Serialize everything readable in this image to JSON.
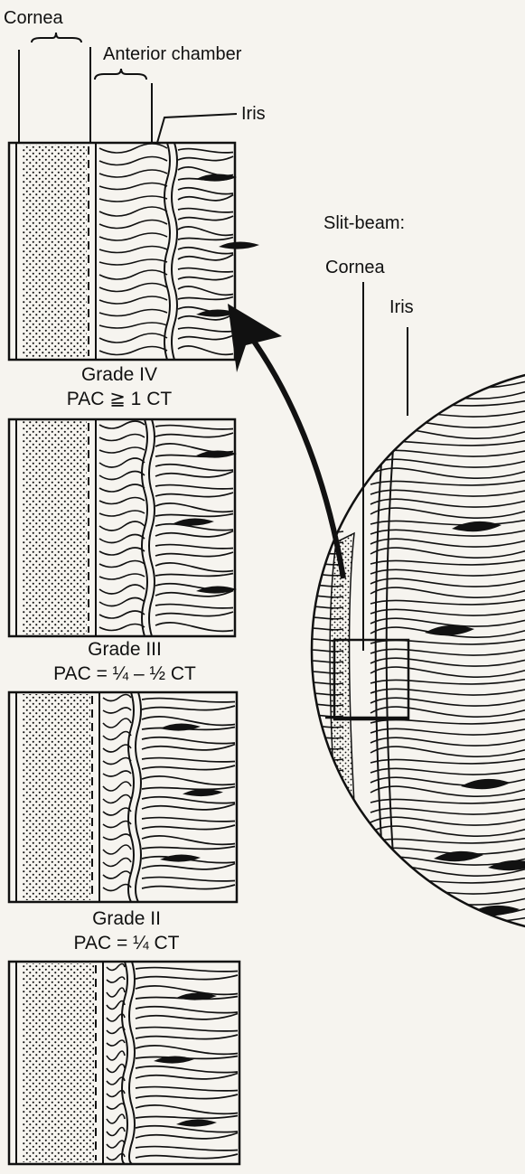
{
  "labels": {
    "cornea_top": "Cornea",
    "anterior_chamber": "Anterior chamber",
    "iris_top": "Iris",
    "slit_beam": "Slit-beam:",
    "cornea_right": "Cornea",
    "iris_right": "Iris"
  },
  "grades": [
    {
      "grade": "Grade IV",
      "pac": "PAC ≧ 1 CT"
    },
    {
      "grade": "Grade III",
      "pac": "PAC = ¼ – ½ CT"
    },
    {
      "grade": "Grade II",
      "pac": "PAC = ¼ CT"
    }
  ],
  "colors": {
    "ink": "#111111",
    "paper": "#f6f4ef"
  }
}
